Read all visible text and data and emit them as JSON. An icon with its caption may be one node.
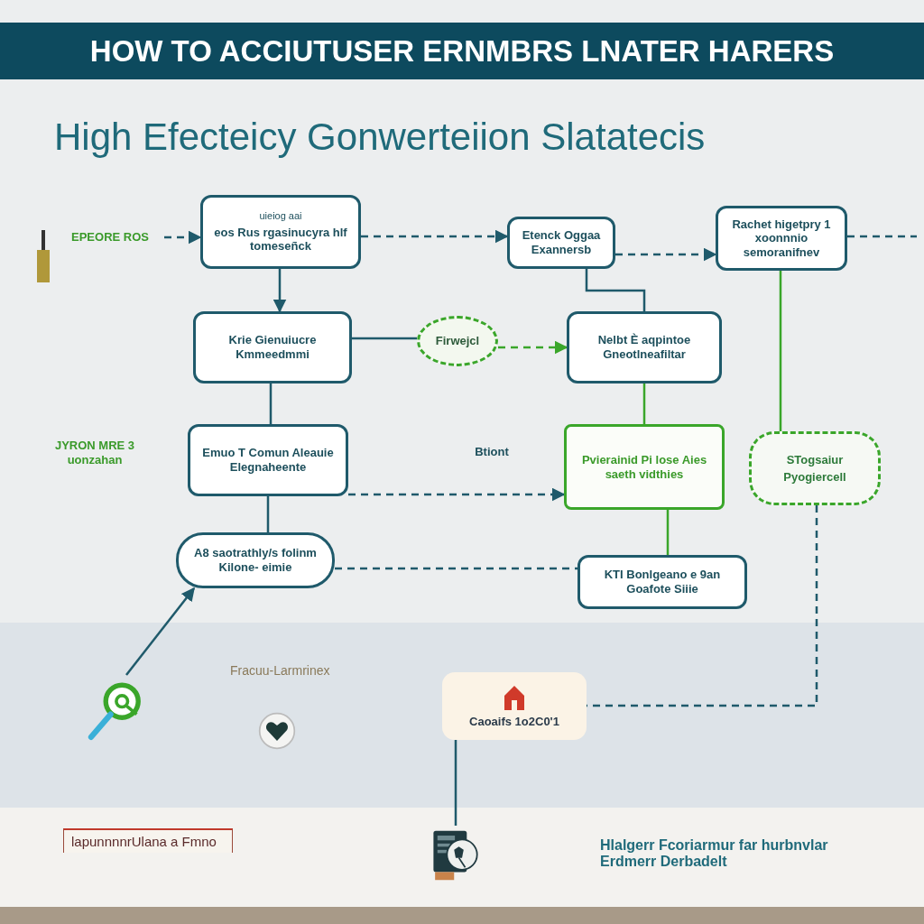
{
  "diagram": {
    "title": "HOW TO ACCIUTUSER ERNMBRS LNATER HARERS",
    "nodes": [
      {
        "text": [
          "EPEORE ROS"
        ]
      },
      {
        "text": [
          "uieiog aai",
          "eos Rus rgasinucyra hlf tomeseñck"
        ]
      },
      {
        "text": [
          "Etenck Oggaa Exannersb"
        ]
      },
      {
        "text": [
          "Rachet higetpry 1 xoonnnio semoranifnev"
        ]
      },
      {
        "text": [
          "Krie Gienuiucre Kmmeedmmi"
        ]
      },
      {
        "text": [
          "Firwejcl"
        ]
      },
      {
        "text": [
          "Nelbt È aqpintoe Gneotlneafiltar"
        ]
      },
      {
        "text": [
          "Emuo T Comun Aleauie Elegnaheente"
        ]
      },
      {
        "text": [
          "JYRON MRE 3 uonzahan"
        ]
      },
      {
        "text": [
          "Btiont"
        ]
      },
      {
        "text": [
          "Pvierainid Pi lose Aies saeth vidthies"
        ]
      },
      {
        "text": [
          "STogsaiur",
          "Pyogiercell"
        ]
      },
      {
        "text": [
          "A8 saotrathly/s folinm Kilone- eimie"
        ]
      },
      {
        "text": [
          "KTI Bonlgeano e 9an Goafote Siiie"
        ]
      },
      {
        "text": [],
        "shape": "picture"
      },
      {
        "text": [],
        "shape": "picture"
      },
      {
        "text": [
          "Caoaifs 1o2C0'1"
        ]
      },
      {
        "text": [],
        "shape": "picture"
      }
    ],
    "edges": [
      {
        "from": 0,
        "to": 1,
        "arrow": "to",
        "style": "dashed"
      },
      {
        "from": 1,
        "to": 2,
        "arrow": "to",
        "style": "dashed"
      },
      {
        "from": 2,
        "to": 3,
        "arrow": "to",
        "style": "dashed"
      },
      {
        "from": 1,
        "to": 4,
        "arrow": "to"
      },
      {
        "from": 2,
        "to": 6,
        "arrow": "none"
      },
      {
        "from": 4,
        "to": 5,
        "arrow": "none"
      },
      {
        "from": 5,
        "to": 6,
        "arrow": "to",
        "style": "dashed",
        "color": "#3aa62a"
      },
      {
        "from": 3,
        "to": 11,
        "arrow": "none",
        "color": "#3aa62a"
      },
      {
        "from": 4,
        "to": 7,
        "arrow": "none"
      },
      {
        "from": 7,
        "to": 10,
        "arrow": "to",
        "style": "dashed"
      },
      {
        "from": 6,
        "to": 10,
        "arrow": "none",
        "color": "#3aa62a"
      },
      {
        "from": 7,
        "to": 12,
        "arrow": "none"
      },
      {
        "from": 12,
        "to": 13,
        "arrow": "none",
        "style": "dashed"
      },
      {
        "from": 10,
        "to": 13,
        "arrow": "none",
        "color": "#3aa62a"
      },
      {
        "from": 11,
        "to": 16,
        "arrow": "none",
        "style": "dashed"
      },
      {
        "from": 14,
        "to": 12,
        "arrow": "to"
      },
      {
        "from": 16,
        "to": 17,
        "arrow": "none"
      },
      {
        "from": 3,
        "to": null,
        "arrow": "none",
        "style": "dashed"
      }
    ],
    "labels": [
      "High Efecteicy Gonwerteiion Slatatecis",
      "Fracuu-Larmrinex",
      "lapunnnnrUlana a Fmno",
      "Hlalgerr Fcoriarmur far hurbnvlar Erdmerr Derbadelt"
    ]
  }
}
